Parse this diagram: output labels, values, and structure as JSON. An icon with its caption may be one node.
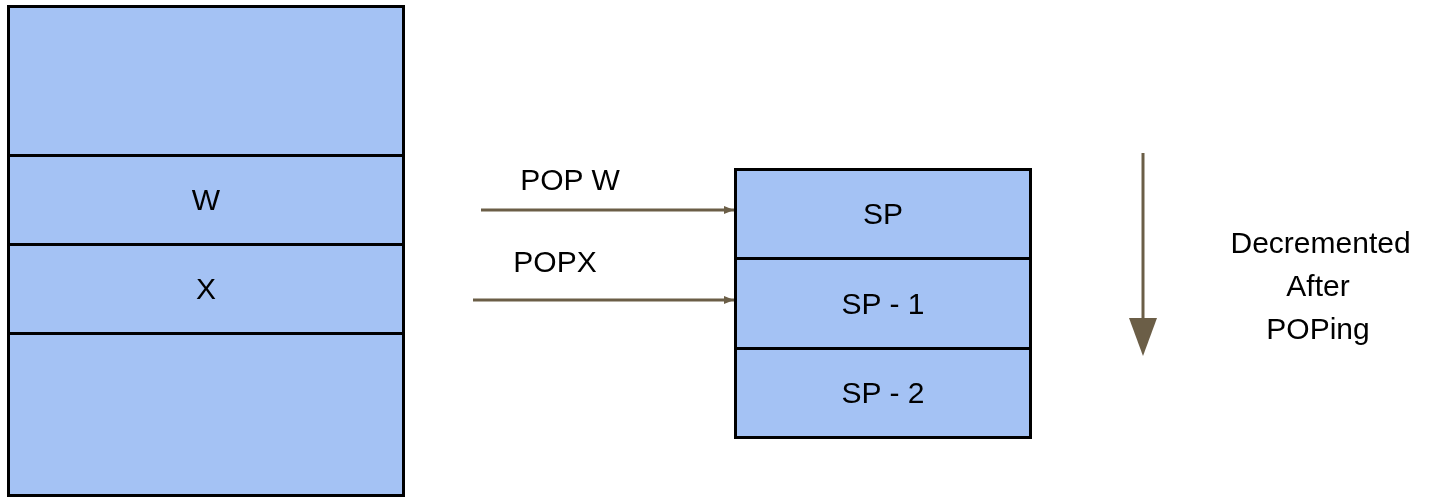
{
  "diagram": {
    "nodes": [
      {
        "text": [],
        "shape": "box"
      },
      {
        "text": [
          "W"
        ]
      },
      {
        "text": [
          "X"
        ]
      },
      {
        "text": [],
        "shape": "box"
      },
      {
        "text": [
          "SP"
        ]
      },
      {
        "text": [
          "SP - 1"
        ]
      },
      {
        "text": [
          "SP - 2"
        ]
      }
    ],
    "edges": [
      {
        "from": null,
        "to": 4,
        "arrow": "to",
        "label": "POP W"
      },
      {
        "from": null,
        "to": 5,
        "arrow": "to",
        "label": "POPX"
      }
    ],
    "labels": [
      "Decremented After POPing"
    ]
  }
}
